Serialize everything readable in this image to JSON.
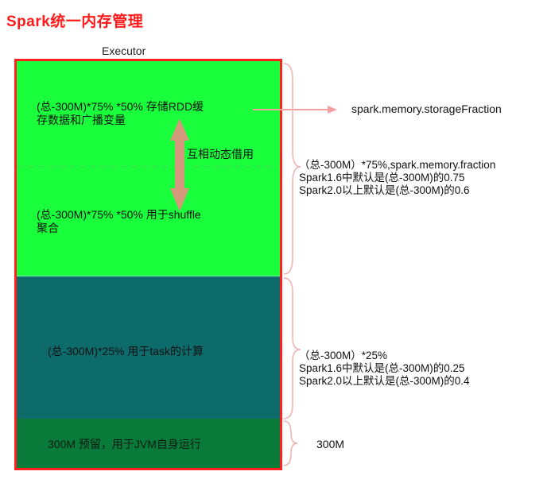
{
  "title": "Spark统一内存管理",
  "executor_label": "Executor",
  "storage_text": "(总-300M)*75% *50% 存储RDD缓存数据和广播变量",
  "storage_line1": "(总-300M)*75% *50% 存储RDD缓",
  "storage_line2": "存数据和广播变量",
  "shuffle_line1": "(总-300M)*75% *50% 用于shuffle",
  "shuffle_line2": "聚合",
  "dynamic_borrow": "互相动态借用",
  "storage_fraction_param": "spark.memory.storageFraction",
  "unified_annotation": {
    "line1": "（总-300M）*75%,spark.memory.fraction",
    "line2": "Spark1.6中默认是(总-300M)的0.75",
    "line3": "Spark2.0以上默认是(总-300M)的0.6"
  },
  "task_text": "(总-300M)*25% 用于task的计算",
  "task_annotation": {
    "line1": "（总-300M）*25%",
    "line2": "Spark1.6中默认是(总-300M)的0.25",
    "line3": "Spark2.0以上默认是(总-300M)的0.4"
  },
  "reserved_text": "300M 预留，用于JVM自身运行",
  "reserved_annotation": "300M",
  "colors": {
    "title": "#ff1a1a",
    "border": "#ff2020",
    "unified_region": "#1aff3c",
    "task_region": "#0d6b6b",
    "reserved_region": "#0a7a3a",
    "arrow": "#d4987c",
    "pointer_arrow": "#f4a0a0"
  }
}
